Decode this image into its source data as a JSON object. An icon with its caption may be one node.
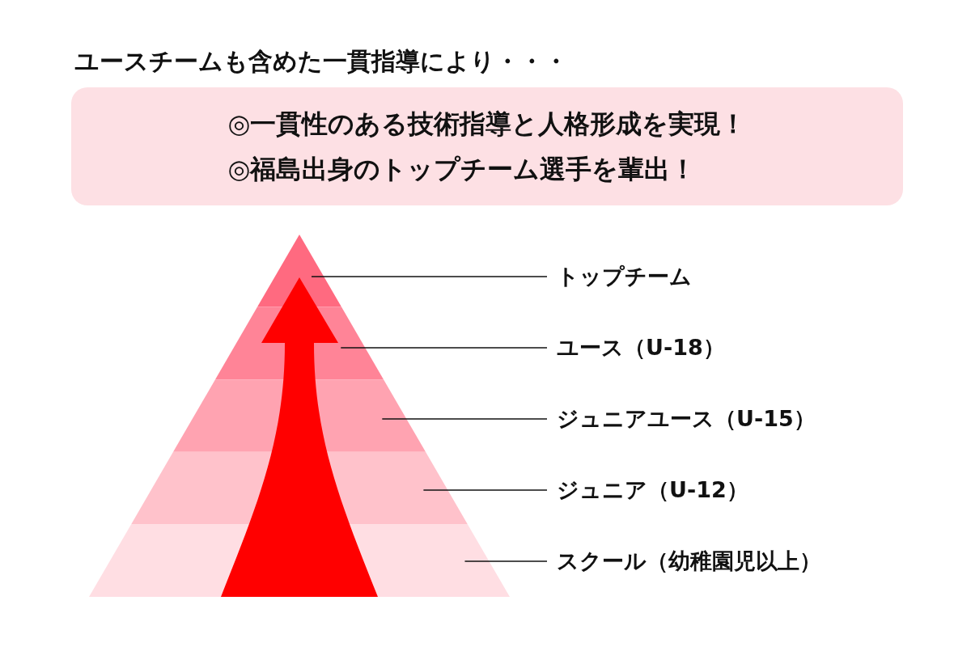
{
  "diagram": {
    "title": "ユースチームも含めた一貫指導により・・・",
    "nodes": [
      {
        "text": [
          "◎一貫性のある技術指導と人格形成を実現！",
          "◎福島出身のトップチーム選手を輩出！"
        ]
      },
      {
        "text": [],
        "shape": "triangle"
      },
      {
        "text": [],
        "shape": "band"
      },
      {
        "text": [],
        "shape": "band"
      },
      {
        "text": [],
        "shape": "band"
      },
      {
        "text": [],
        "shape": "band"
      },
      {
        "text": [
          "トップチーム"
        ]
      },
      {
        "text": [
          "ユース（U-18）"
        ]
      },
      {
        "text": [
          "ジュニアユース（U-15）"
        ]
      },
      {
        "text": [
          "ジュニア（U-12）"
        ]
      },
      {
        "text": [
          "スクール（幼稚園児以上）"
        ]
      }
    ],
    "edges": [
      {
        "from": 6,
        "to": 1,
        "arrow": "none"
      },
      {
        "from": 7,
        "to": 2,
        "arrow": "none"
      },
      {
        "from": 8,
        "to": 3,
        "arrow": "none"
      },
      {
        "from": 9,
        "to": 4,
        "arrow": "none"
      },
      {
        "from": 10,
        "to": 5,
        "arrow": "none"
      }
    ]
  }
}
